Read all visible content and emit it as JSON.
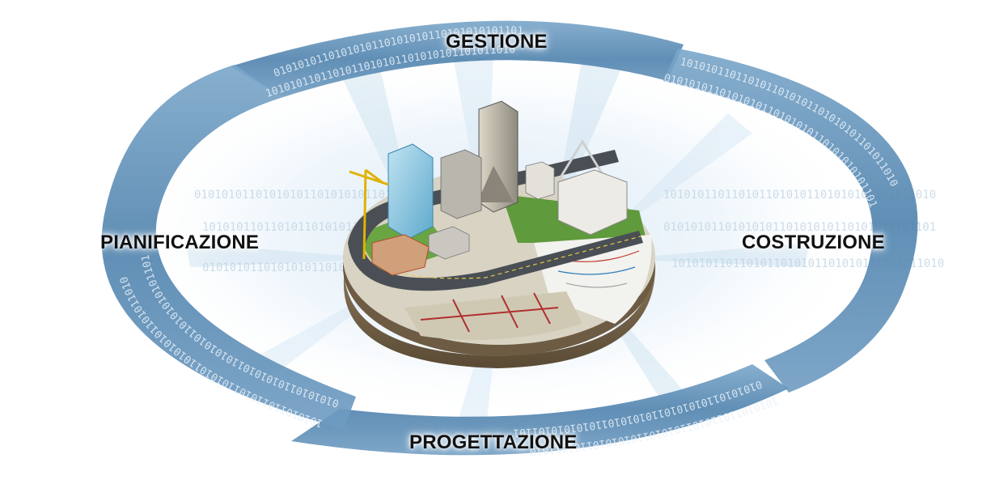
{
  "phases": {
    "gestione": "GESTIONE",
    "costruzione": "COSTRUZIONE",
    "progettazione": "PROGETTAZIONE",
    "pianificazione": "PIANIFICAZIONE"
  },
  "binary": {
    "a": "0101010110101010110101010110101010101101",
    "b": "1010101101101011010101101010101101011010"
  },
  "colors": {
    "ring": "#5d8db5",
    "ring_light": "#a9c7de",
    "halo": "#d6e8f5",
    "ground": "#5f9a3c",
    "road": "#4a4f55"
  }
}
